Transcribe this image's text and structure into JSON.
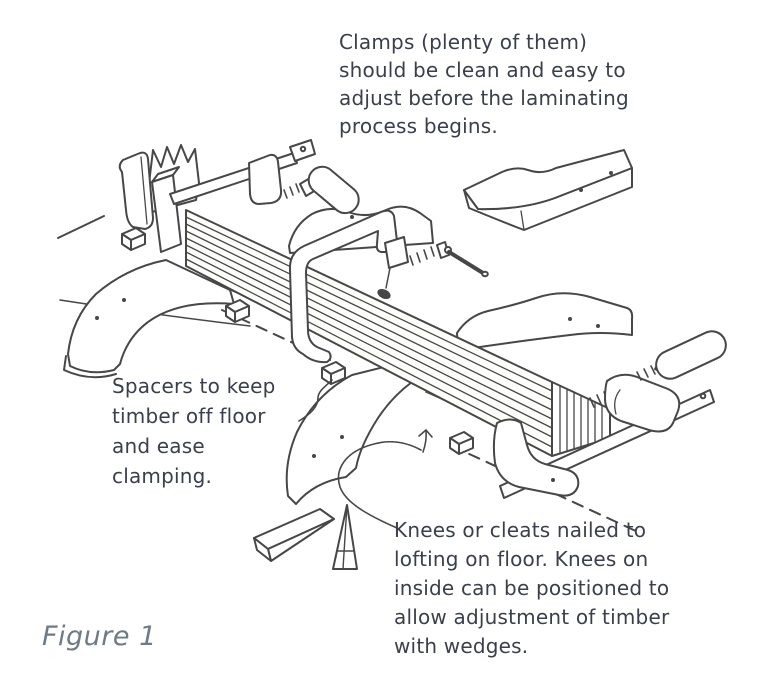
{
  "figure": {
    "label": "Figure 1"
  },
  "notes": {
    "clamps": "Clamps (plenty of them)\nshould be clean and easy to\nadjust before the laminating\nprocess begins.",
    "spacers": "Spacers to keep\ntimber off floor\nand ease\nclamping.",
    "knees": "Knees or cleats nailed to\nlofting on floor. Knees on\ninside can be positioned to\nallow adjustment of timber\nwith wedges."
  },
  "illustration": {
    "parts": [
      "laminated-timber-stack",
      "sash-clamp-left",
      "g-clamp-middle",
      "sash-clamp-right",
      "floor-knees",
      "loose-knee",
      "wedges",
      "spacer-blocks",
      "lofting-dashed-lines"
    ],
    "colors": {
      "line": "#474747",
      "text": "#3a3f4b",
      "figure_label": "#6e7a88",
      "background": "#ffffff"
    }
  }
}
